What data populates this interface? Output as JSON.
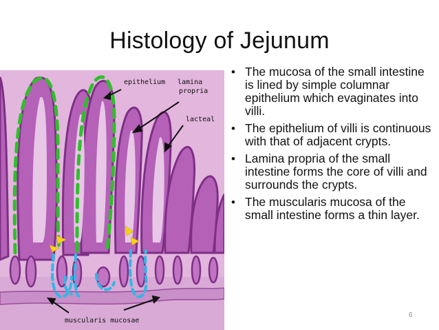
{
  "slide": {
    "title": "Histology of Jejunum",
    "page_number": "6"
  },
  "figure": {
    "labels": {
      "epithelium": "epithelium",
      "lamina_propria_1": "lamina",
      "lamina_propria_2": "propria",
      "lacteal": "lacteal",
      "muscularis_mucosae": "muscularis mucosae"
    },
    "colors": {
      "tissue_background": "#e2b6dd",
      "villus_fill": "#b561b8",
      "villus_dark": "#7e2f86",
      "green_outline": "#2fbf2a",
      "cyan_outline": "#2fb8e6",
      "yellow_marker": "#f5d21a"
    }
  },
  "bullets": [
    " The mucosa of the small intestine is lined by simple columnar epithelium which evaginates into villi.",
    "The  epithelium of villi is continuous with that of adjacent crypts.",
    "Lamina propria of the small intestine forms the core of villi and surrounds the crypts.",
    "The muscularis mucosa of the small intestine forms a thin layer."
  ],
  "bullet_symbol": "•"
}
